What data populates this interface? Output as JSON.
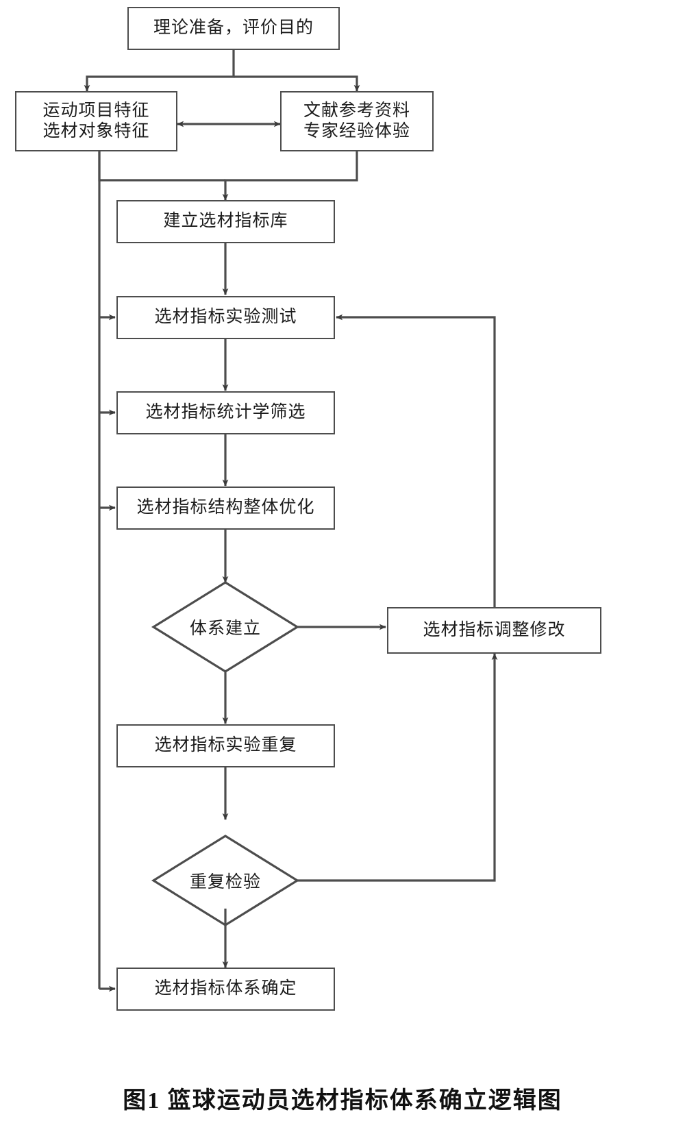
{
  "figure": {
    "caption": "图1  篮球运动员选材指标体系确立逻辑图",
    "stroke_color": "#4d4d4d",
    "text_color": "#1c1c1c",
    "background": "#ffffff"
  },
  "nodes": {
    "start": {
      "label": "理论准备，评价目的",
      "shape": "rect"
    },
    "left_features": {
      "line1": "运动项目特征",
      "line2": "选材对象特征",
      "shape": "rect"
    },
    "right_refs": {
      "line1": "文献参考资料",
      "line2": "专家经验体验",
      "shape": "rect"
    },
    "build_library": {
      "label": "建立选材指标库",
      "shape": "rect"
    },
    "experiment_test": {
      "label": "选材指标实验测试",
      "shape": "rect"
    },
    "statistic_screen": {
      "label": "选材指标统计学筛选",
      "shape": "rect"
    },
    "structure_optimize": {
      "label": "选材指标结构整体优化",
      "shape": "rect"
    },
    "system_build": {
      "label": "体系建立",
      "shape": "diamond"
    },
    "adjust_modify": {
      "label": "选材指标调整修改",
      "shape": "rect"
    },
    "experiment_repeat": {
      "label": "选材指标实验重复",
      "shape": "rect"
    },
    "repeat_check": {
      "label": "重复检验",
      "shape": "diamond"
    },
    "system_confirmed": {
      "label": "选材指标体系确定",
      "shape": "rect"
    }
  },
  "edges": [
    {
      "from": "start",
      "to": "left_features",
      "kind": "arrow"
    },
    {
      "from": "start",
      "to": "right_refs",
      "kind": "arrow"
    },
    {
      "from": "left_features",
      "to": "right_refs",
      "kind": "double-arrow"
    },
    {
      "from": "left_features",
      "to": "build_library",
      "kind": "arrow"
    },
    {
      "from": "right_refs",
      "to": "build_library",
      "kind": "arrow"
    },
    {
      "from": "build_library",
      "to": "experiment_test",
      "kind": "arrow"
    },
    {
      "from": "experiment_test",
      "to": "statistic_screen",
      "kind": "arrow"
    },
    {
      "from": "statistic_screen",
      "to": "structure_optimize",
      "kind": "arrow"
    },
    {
      "from": "structure_optimize",
      "to": "system_build",
      "kind": "arrow"
    },
    {
      "from": "system_build",
      "to": "adjust_modify",
      "kind": "arrow"
    },
    {
      "from": "system_build",
      "to": "experiment_repeat",
      "kind": "arrow"
    },
    {
      "from": "experiment_repeat",
      "to": "repeat_check",
      "kind": "arrow"
    },
    {
      "from": "repeat_check",
      "to": "adjust_modify",
      "kind": "arrow"
    },
    {
      "from": "repeat_check",
      "to": "system_confirmed",
      "kind": "arrow"
    },
    {
      "from": "adjust_modify",
      "to": "experiment_test",
      "kind": "feedback-arrow"
    },
    {
      "from": "left_features",
      "to": "experiment_test",
      "kind": "side-arrow"
    },
    {
      "from": "left_features",
      "to": "statistic_screen",
      "kind": "side-arrow"
    },
    {
      "from": "left_features",
      "to": "structure_optimize",
      "kind": "side-arrow"
    },
    {
      "from": "left_features",
      "to": "system_confirmed",
      "kind": "side-arrow"
    }
  ]
}
